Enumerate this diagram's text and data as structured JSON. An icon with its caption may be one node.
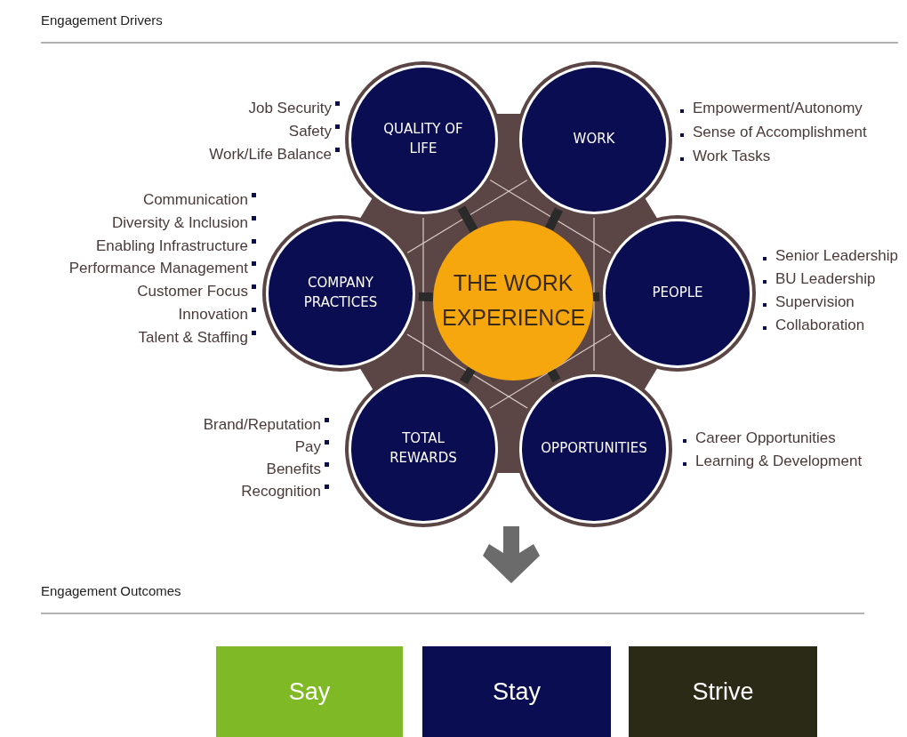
{
  "diagram": {
    "nodes": [
      {
        "text": [
          "QUALITY OF LIFE"
        ],
        "beside": [
          "Job Security",
          "Safety",
          "Work/Life Balance"
        ]
      },
      {
        "text": [
          "WORK"
        ],
        "beside": [
          "Empowerment/Autonomy",
          "Sense of Accomplishment",
          "Work Tasks"
        ]
      },
      {
        "text": [
          "COMPANY PRACTICES"
        ],
        "beside": [
          "Communication",
          "Diversity & Inclusion",
          "Enabling Infrastructure",
          "Performance Management",
          "Customer Focus",
          "Innovation",
          "Talent & Staffing"
        ]
      },
      {
        "text": [
          "THE WORK EXPERIENCE"
        ]
      },
      {
        "text": [
          "PEOPLE"
        ],
        "beside": [
          "Senior Leadership",
          "BU Leadership",
          "Supervision",
          "Collaboration"
        ]
      },
      {
        "text": [
          "TOTAL REWARDS"
        ],
        "beside": [
          "Brand/Reputation",
          "Pay",
          "Benefits",
          "Recognition"
        ]
      },
      {
        "text": [
          "OPPORTUNITIES"
        ],
        "beside": [
          "Career Opportunities",
          "Learning & Development"
        ]
      },
      {
        "text": [
          "Say"
        ]
      },
      {
        "text": [
          "Stay"
        ]
      },
      {
        "text": [
          "Strive"
        ]
      }
    ],
    "edges": [
      {
        "from": 3,
        "to": 0,
        "arrow": "none"
      },
      {
        "from": 3,
        "to": 1,
        "arrow": "none"
      },
      {
        "from": 3,
        "to": 2,
        "arrow": "none"
      },
      {
        "from": 3,
        "to": 4,
        "arrow": "none"
      },
      {
        "from": 3,
        "to": 5,
        "arrow": "none"
      },
      {
        "from": 3,
        "to": 6,
        "arrow": "none"
      }
    ],
    "labels": [
      "Engagement Drivers",
      "Engagement Outcomes"
    ]
  }
}
